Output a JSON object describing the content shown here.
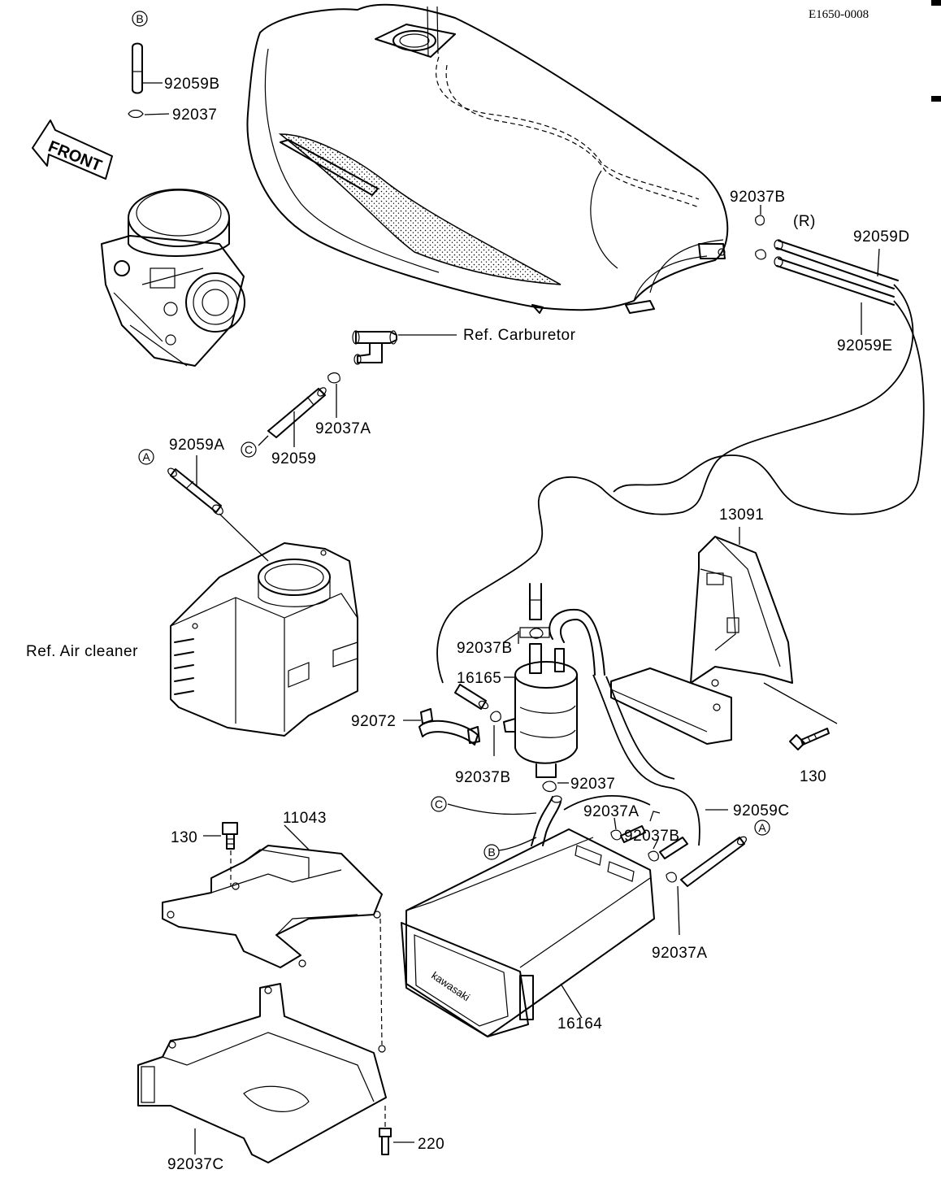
{
  "doc_code": "E1650-0008",
  "front_label": "FRONT",
  "brand_mark": "kawasaki",
  "circle_markers": {
    "a": "A",
    "b": "B",
    "c": "C"
  },
  "labels": {
    "p92059B": "92059B",
    "p92037_top": "92037",
    "p92037B_tank": "92037B",
    "r_mark": "(R)",
    "p92059D": "92059D",
    "p92059E": "92059E",
    "ref_carb": "Ref. Carburetor",
    "p92037A_top": "92037A",
    "p92059": "92059",
    "p92059A": "92059A",
    "p13091": "13091",
    "ref_air": "Ref. Air cleaner",
    "p92037B_filter": "92037B",
    "p16165": "16165",
    "p92072": "92072",
    "p92037B_clamp": "92037B",
    "p92037_mid": "92037",
    "p130_right": "130",
    "p11043": "11043",
    "p130_left": "130",
    "p92037A_mid": "92037A",
    "p92037B_mid": "92037B",
    "p92059C": "92059C",
    "p92037A_low": "92037A",
    "p16164": "16164",
    "p220": "220",
    "p92037C": "92037C"
  }
}
